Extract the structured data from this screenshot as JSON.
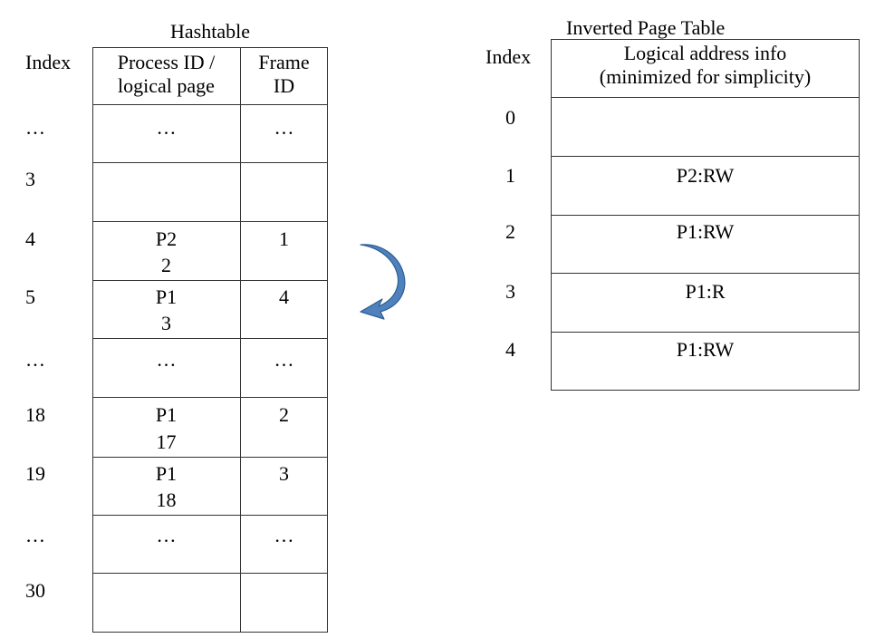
{
  "hashtable": {
    "title": "Hashtable",
    "col_index": "Index",
    "col_process_line1": "Process ID /",
    "col_process_line2": "logical page",
    "col_frame_line1": "Frame",
    "col_frame_line2": "ID",
    "rows": [
      {
        "index": "…",
        "process": "…",
        "page": "",
        "frame": "…"
      },
      {
        "index": "3",
        "process": "",
        "page": "",
        "frame": ""
      },
      {
        "index": "4",
        "process": "P2",
        "page": "2",
        "frame": "1"
      },
      {
        "index": "5",
        "process": "P1",
        "page": "3",
        "frame": "4"
      },
      {
        "index": "…",
        "process": "…",
        "page": "",
        "frame": "…"
      },
      {
        "index": "18",
        "process": "P1",
        "page": "17",
        "frame": "2"
      },
      {
        "index": "19",
        "process": "P1",
        "page": "18",
        "frame": "3"
      },
      {
        "index": "…",
        "process": "…",
        "page": "",
        "frame": "…"
      },
      {
        "index": "30",
        "process": "",
        "page": "",
        "frame": ""
      }
    ]
  },
  "inverted_table": {
    "title": "Inverted Page Table",
    "col_index": "Index",
    "col_info_line1": "Logical address info",
    "col_info_line2": "(minimized for simplicity)",
    "rows": [
      {
        "index": "0",
        "info": ""
      },
      {
        "index": "1",
        "info": "P2:RW"
      },
      {
        "index": "2",
        "info": "P1:RW"
      },
      {
        "index": "3",
        "info": "P1:R"
      },
      {
        "index": "4",
        "info": "P1:RW"
      }
    ]
  },
  "colors": {
    "arrow": "#4f81bd",
    "arrow_dark": "#2c5d94",
    "line": "#333333"
  }
}
